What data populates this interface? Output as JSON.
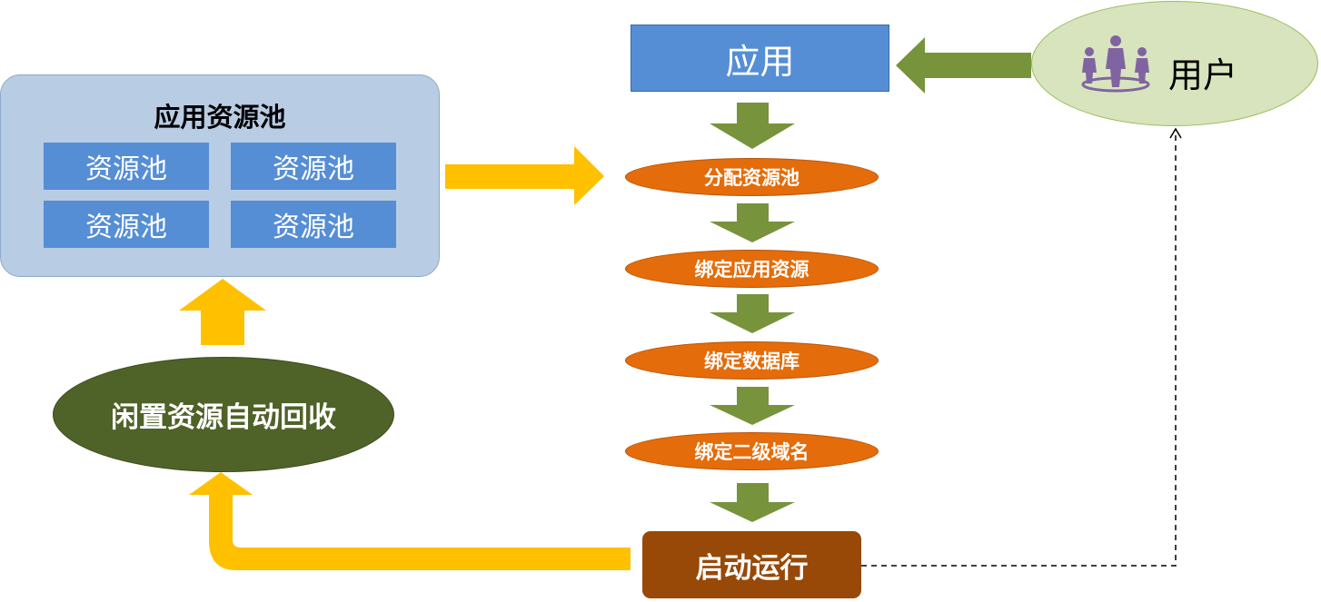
{
  "pool": {
    "title": "应用资源池",
    "cells": [
      "资源池",
      "资源池",
      "资源池",
      "资源池"
    ]
  },
  "app": {
    "label": "应用"
  },
  "user": {
    "label": "用户",
    "icon": "people-icon"
  },
  "steps": [
    "分配资源池",
    "绑定应用资源",
    "绑定数据库",
    "绑定二级域名"
  ],
  "run": {
    "label": "启动运行"
  },
  "recycle": {
    "label": "闲置资源自动回收"
  },
  "colors": {
    "pool_bg": "#b8cce4",
    "cell_blue": "#558ed5",
    "step_orange": "#e46c0a",
    "run_brown": "#984807",
    "recycle_green": "#4f6228",
    "arrow_green": "#77933c",
    "arrow_yellow": "#ffc000",
    "user_bg": "#d7e4bd",
    "person_purple": "#8064a2"
  }
}
